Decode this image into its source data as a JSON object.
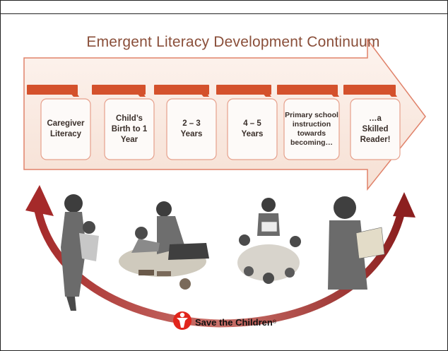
{
  "diagram": {
    "title": "Emergent Literacy Development Continuum",
    "stages": [
      {
        "label": "Caregiver\nLiteracy"
      },
      {
        "label": "Child’s\nBirth to 1\nYear"
      },
      {
        "label": "2 – 3\nYears"
      },
      {
        "label": "4 – 5\nYears"
      },
      {
        "label": "Primary school\ninstruction\ntowards\nbecoming…"
      },
      {
        "label": "…a\nSkilled\nReader!"
      }
    ],
    "logo": {
      "text": "Save the Children",
      "mark": "®"
    },
    "colors": {
      "arrow_fill": "#fbeee7",
      "arrow_border": "#e0826a",
      "tab": "#d4512c",
      "cycle_arrow": "#a72b2b",
      "title": "#8a4f3a"
    }
  }
}
